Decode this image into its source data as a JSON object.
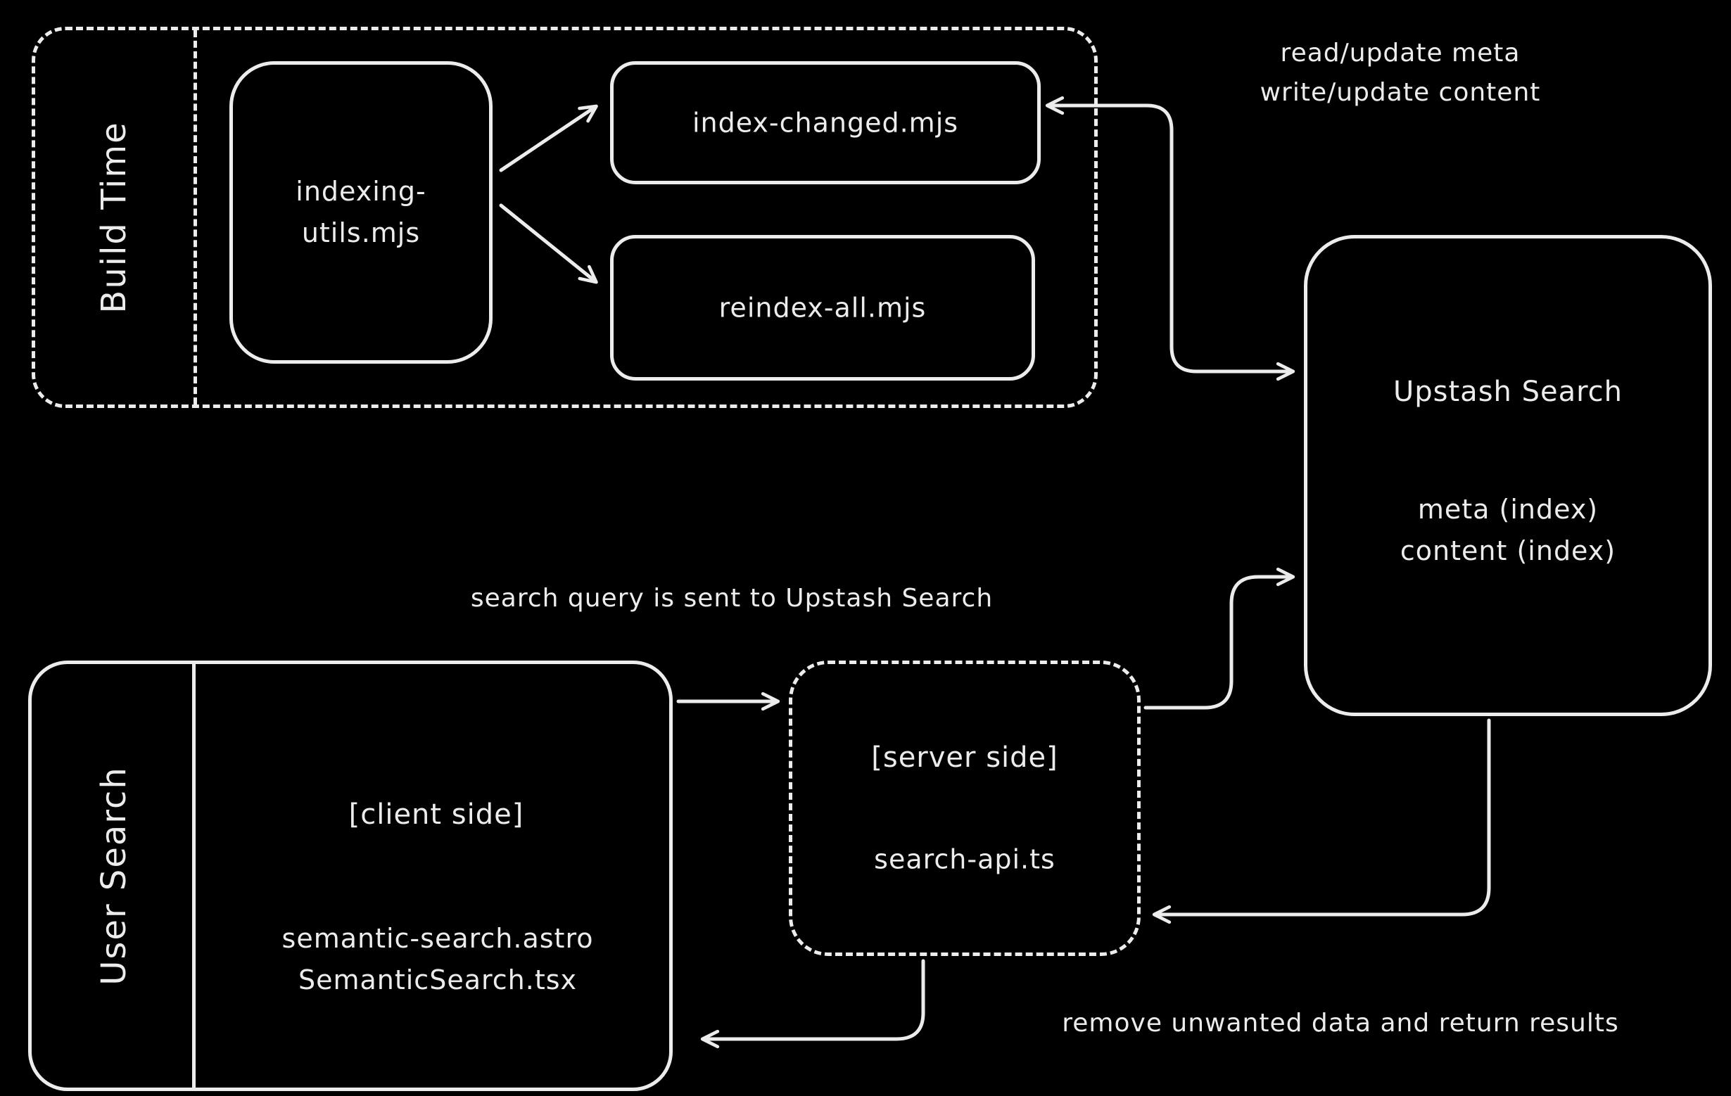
{
  "colors": {
    "background": "#000000",
    "stroke": "#ececec",
    "text": "#ececec"
  },
  "build_time": {
    "label": "Build Time",
    "indexing_utils_line1": "indexing-",
    "indexing_utils_line2": "utils.mjs",
    "index_changed": "index-changed.mjs",
    "reindex_all": "reindex-all.mjs"
  },
  "upstash": {
    "title": "Upstash Search",
    "meta_line": "meta (index)",
    "content_line": "content (index)"
  },
  "user_search": {
    "label": "User Search",
    "client_side": "[client side]",
    "file_line1": "semantic-search.astro",
    "file_line2": "SemanticSearch.tsx"
  },
  "server": {
    "title": "[server side]",
    "file": "search-api.ts"
  },
  "annotations": {
    "read_update_line1": "read/update meta",
    "read_update_line2": "write/update content",
    "search_query": "search query is sent to Upstash Search",
    "return_results": "remove unwanted data and return results"
  }
}
